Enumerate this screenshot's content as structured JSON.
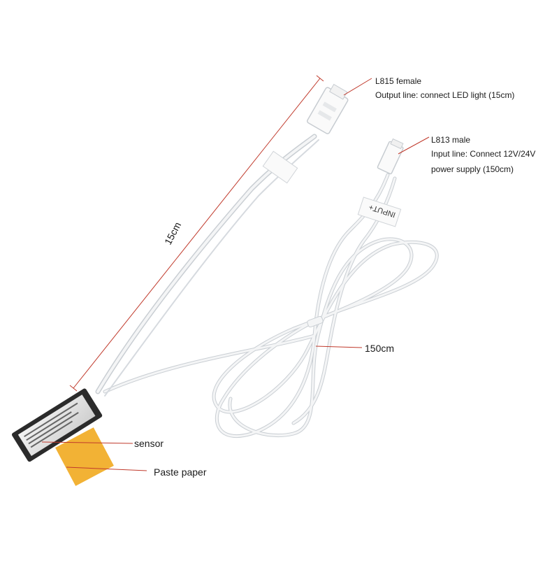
{
  "callouts": {
    "female": {
      "title": "L815 female",
      "desc": "Output line: connect LED light (15cm)"
    },
    "male": {
      "title": "L813 male",
      "desc_line1": "Input line: Connect 12V/24V",
      "desc_line2": " power supply (150cm)"
    },
    "long_cable": "150cm",
    "sensor": "sensor",
    "paste": "Paste paper"
  },
  "dimension": {
    "short_cable": "15cm"
  },
  "tag_text": "INPUT+",
  "colors": {
    "leader": "#c0392b",
    "cable": "#eef0f2",
    "cable_edge": "#c9ced3",
    "sensor_body": "#2b2b2b",
    "paste_paper": "#f2b235"
  }
}
